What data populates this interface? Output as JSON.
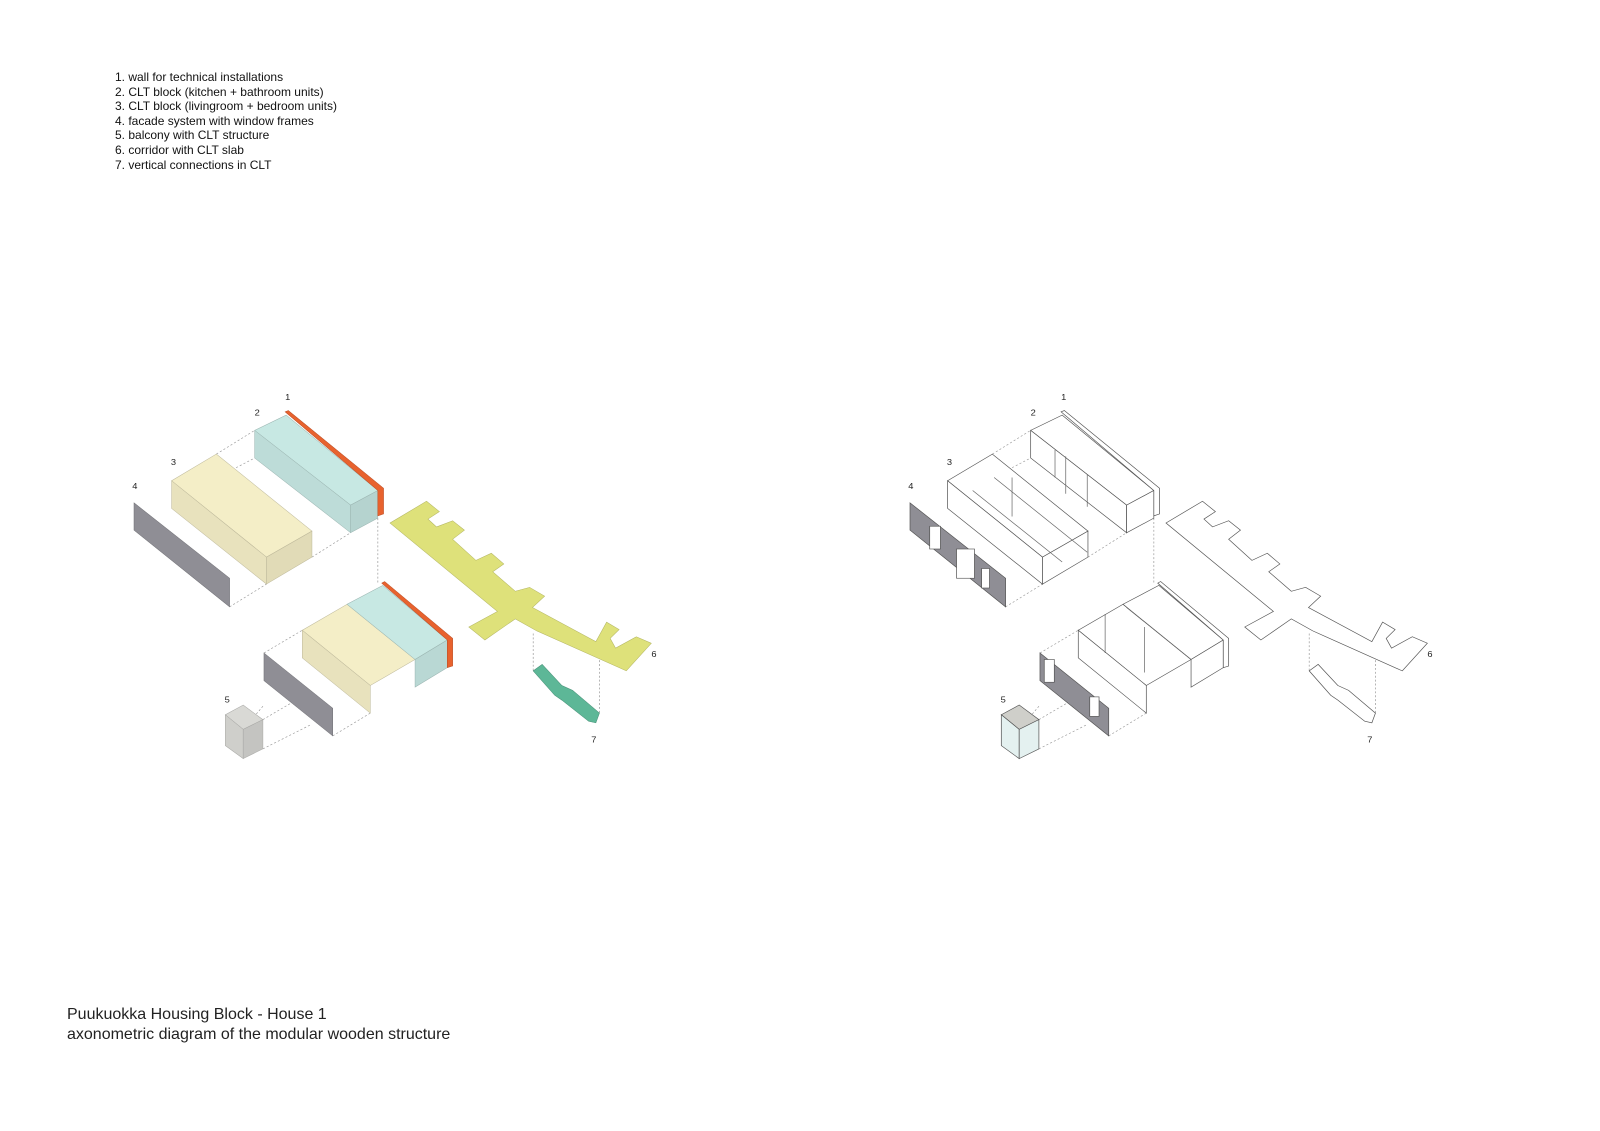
{
  "legend": [
    "1. wall for technical installations",
    "2. CLT block (kitchen + bathroom units)",
    "3. CLT block (livingroom + bedroom units)",
    "4. facade system with window frames",
    "5. balcony with CLT structure",
    "6. corridor with CLT slab",
    "7. vertical connections in CLT"
  ],
  "diagram_labels": [
    "1",
    "2",
    "3",
    "4",
    "5",
    "6",
    "7"
  ],
  "caption": {
    "title": "Puukuokka Housing Block - House 1",
    "subtitle": "axonometric diagram of the modular wooden structure"
  },
  "colors": {
    "technical_wall": "#e8622e",
    "kitchen_block": "#c3e3df",
    "living_block": "#efe9c3",
    "facade": "#8f8e95",
    "balcony": "#d3d3cf",
    "corridor": "#dee17a",
    "stairs": "#5db797"
  }
}
